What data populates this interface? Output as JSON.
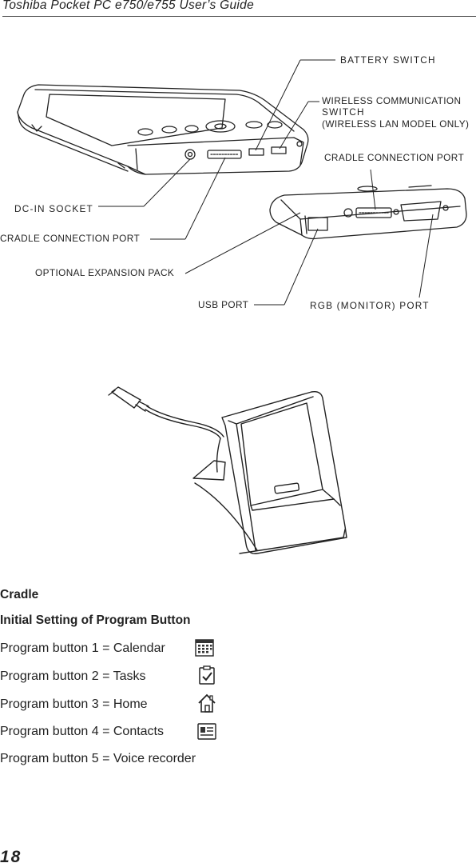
{
  "header": {
    "title": "Toshiba Pocket PC e750/e755  User’s Guide"
  },
  "figure_device": {
    "labels": {
      "battery_switch": "BATTERY SWITCH",
      "wireless_line1": "WIRELESS COMMUNICATION",
      "wireless_line2": "SWITCH",
      "wireless_line3": "(WIRELESS LAN MODEL ONLY)",
      "cradle_port_right": "CRADLE CONNECTION PORT",
      "dc_in": "DC-IN SOCKET",
      "cradle_port_left": "CRADLE CONNECTION PORT",
      "expansion_pack": "OPTIONAL EXPANSION PACK",
      "usb_port": "USB PORT",
      "rgb_port": "RGB (MONITOR) PORT"
    }
  },
  "cradle_caption": "Cradle",
  "program_buttons": {
    "heading": "Initial Setting of Program Button",
    "items": [
      {
        "text": "Program button 1 = Calendar",
        "icon": "calendar-icon"
      },
      {
        "text": "Program button 2 = Tasks",
        "icon": "tasks-icon"
      },
      {
        "text": "Program button 3 = Home",
        "icon": "home-icon"
      },
      {
        "text": "Program button 4 = Contacts",
        "icon": "contacts-icon"
      },
      {
        "text": "Program button 5 = Voice recorder",
        "icon": ""
      }
    ]
  },
  "page_number": "18"
}
